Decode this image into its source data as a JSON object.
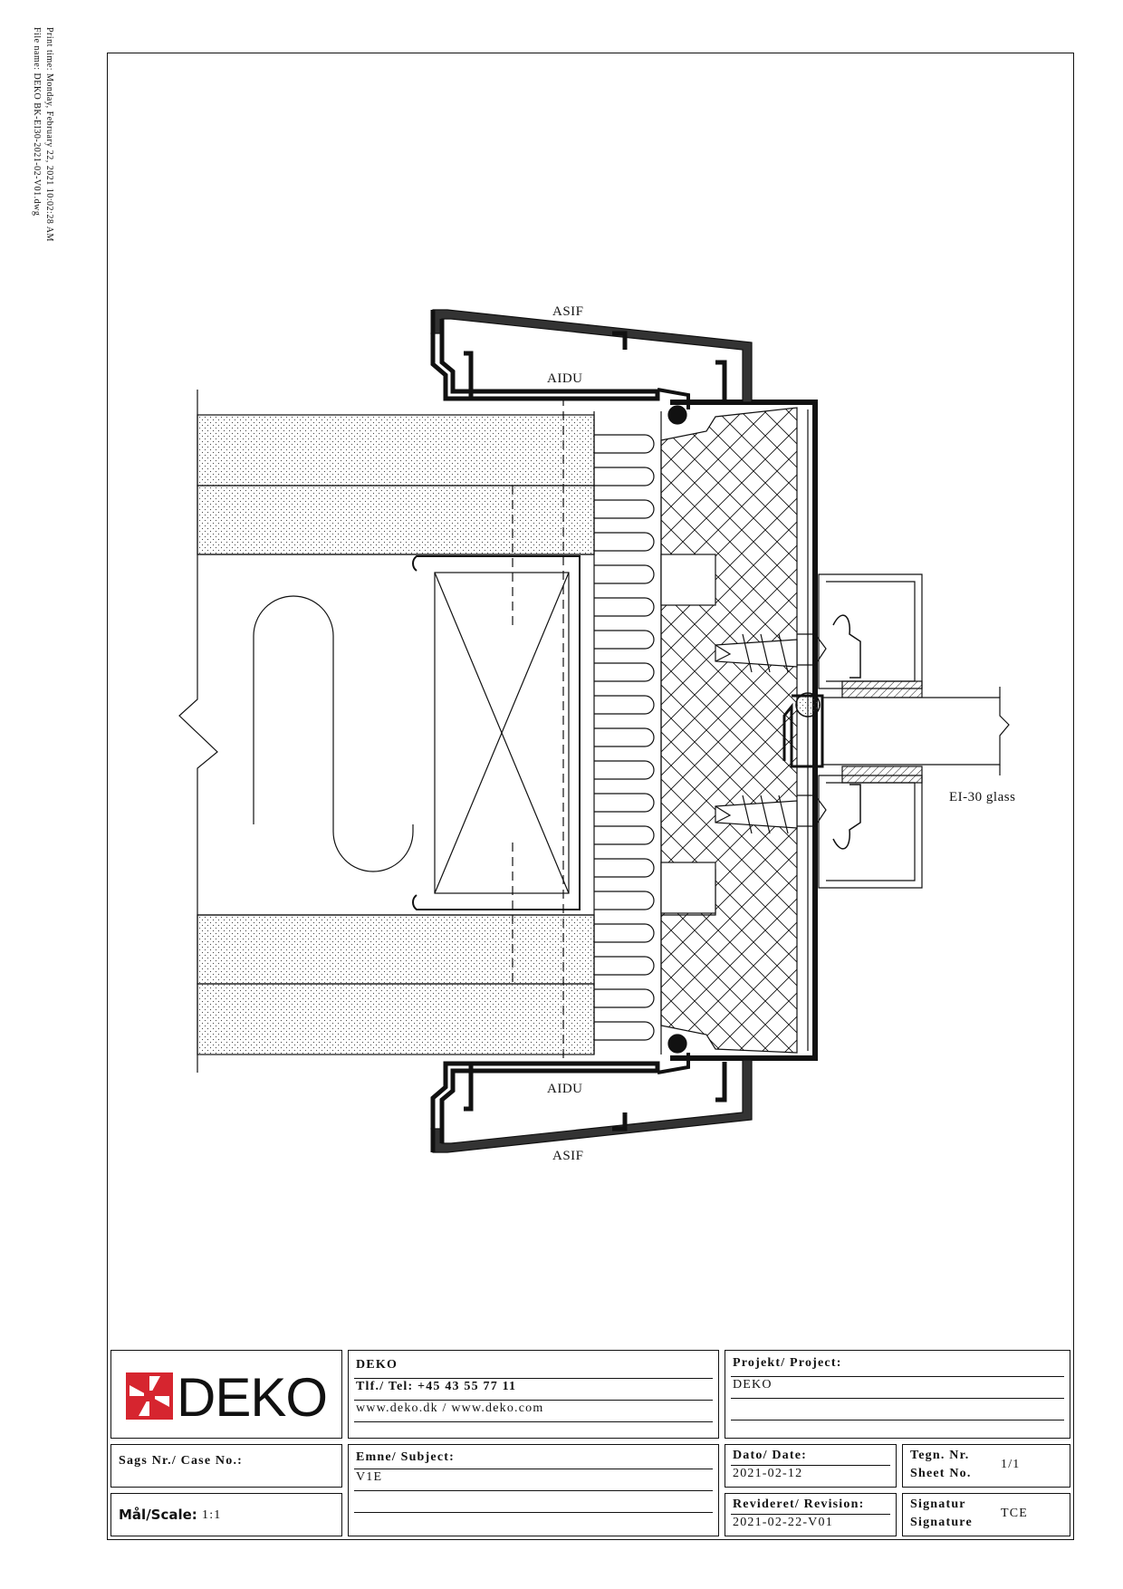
{
  "print_info": {
    "print_time": "Print time: Monday, February 22, 2021 10:02:28 AM",
    "file_name": "File name: DEKO BK-EI30-2021-02-V01.dwg"
  },
  "drawing": {
    "labels": {
      "asif_top": "ASIF",
      "aidu_top": "AIDU",
      "aidu_bottom": "AIDU",
      "asif_bottom": "ASIF",
      "glass": "EI-30 glass"
    }
  },
  "title_block": {
    "logo_text": "DEKO",
    "company": {
      "name": "DEKO",
      "phone": "Tlf./ Tel: +45 43 55 77 11",
      "web": "www.deko.dk / www.deko.com"
    },
    "project": {
      "label": "Projekt/ Project:",
      "value": "DEKO"
    },
    "case": {
      "label": "Sags Nr./ Case No.:",
      "value": ""
    },
    "subject": {
      "label": "Emne/ Subject:",
      "value": "V1E"
    },
    "date": {
      "label": "Dato/ Date:",
      "value": "2021-02-12"
    },
    "sheet": {
      "label_1": "Tegn. Nr.",
      "label_2": "Sheet No.",
      "value": "1/1"
    },
    "scale": {
      "label": "Mål/Scale:",
      "value": "1:1"
    },
    "revision": {
      "label": "Revideret/ Revision:",
      "value": "2021-02-22-V01"
    },
    "signature": {
      "label_1": "Signatur",
      "label_2": "Signature",
      "value": "TCE"
    }
  },
  "colors": {
    "ink": "#111111",
    "logo_red": "#d6252f",
    "paper": "#ffffff"
  }
}
